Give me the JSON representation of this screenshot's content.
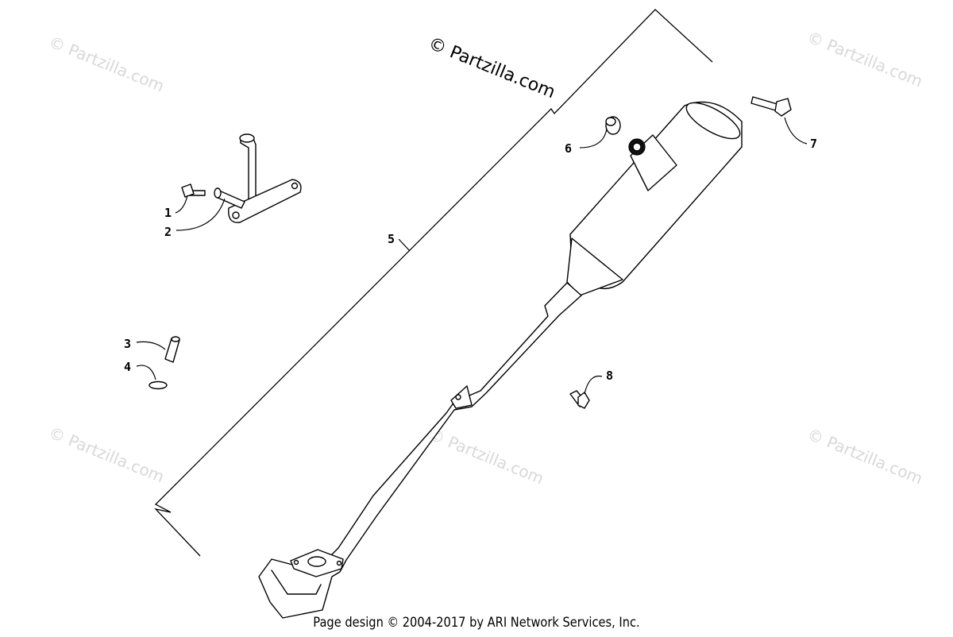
{
  "watermark": {
    "main": "© Partzilla.com",
    "faint": "© Partzilla.com"
  },
  "callouts": {
    "c1": "1",
    "c2": "2",
    "c3": "3",
    "c4": "4",
    "c5": "5",
    "c6": "6",
    "c7": "7",
    "c8": "8"
  },
  "footer": {
    "text": "Page design © 2004-2017 by ARI Network Services, Inc."
  }
}
